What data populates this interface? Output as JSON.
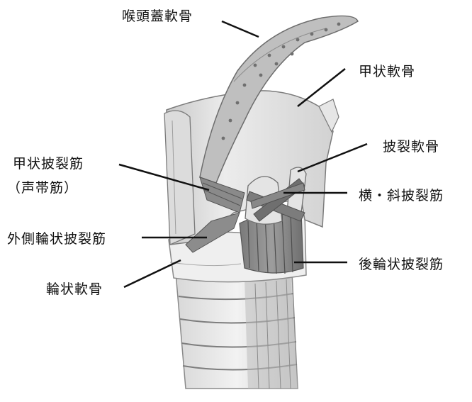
{
  "labels": {
    "epiglottis": "喉頭蓋軟骨",
    "thyroid": "甲状軟骨",
    "arytenoid": "披裂軟骨",
    "thyroarytenoid": "甲状披裂筋",
    "vocalis": "（声帯筋）",
    "transverse_oblique": "横・斜披裂筋",
    "lateral_cricoarytenoid": "外側輪状披裂筋",
    "posterior_cricoarytenoid": "後輪状披裂筋",
    "cricoid": "輪状軟骨"
  }
}
